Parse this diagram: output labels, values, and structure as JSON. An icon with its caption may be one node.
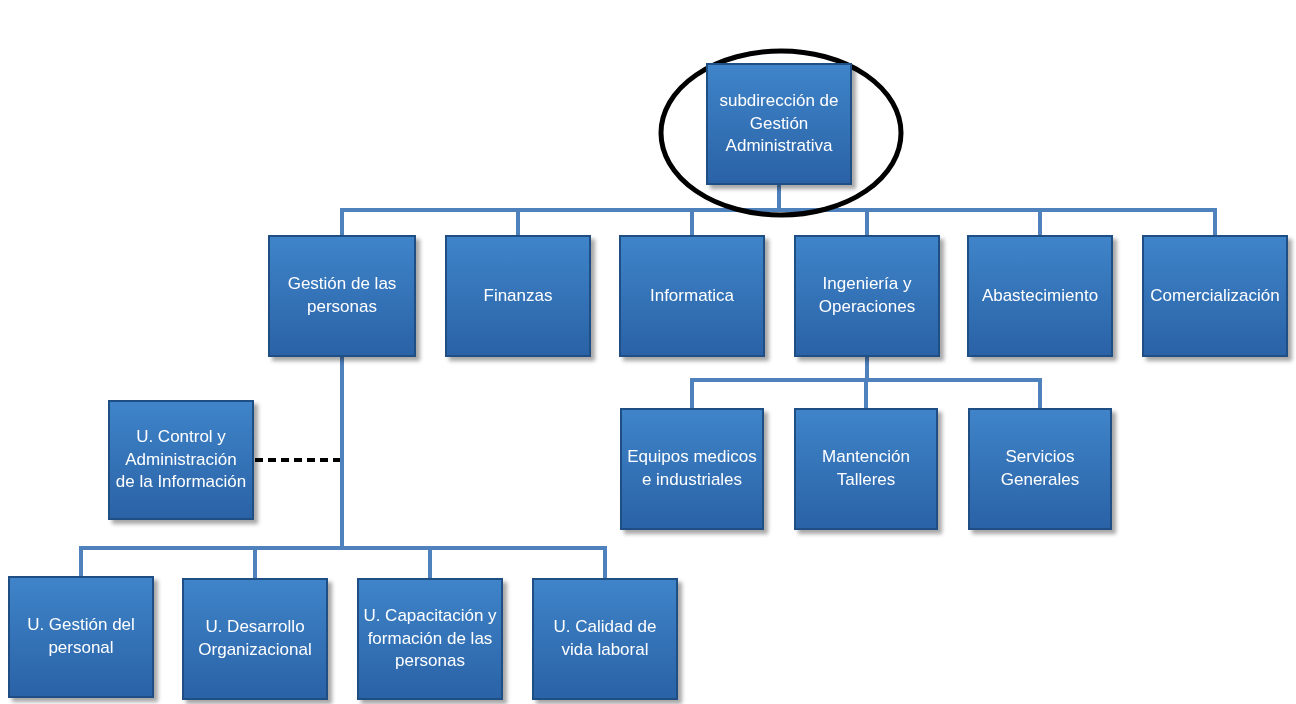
{
  "diagram": {
    "nodes": [
      {
        "text": [],
        "shape": "circle"
      },
      {
        "text": [
          "subdirección de Gestión Administrativa"
        ],
        "in": 0
      },
      {
        "text": [
          "Gestión de las personas"
        ]
      },
      {
        "text": [
          "Finanzas"
        ]
      },
      {
        "text": [
          "Informatica"
        ]
      },
      {
        "text": [
          "Ingeniería y Operaciones"
        ]
      },
      {
        "text": [
          "Abastecimiento"
        ]
      },
      {
        "text": [
          "Comercialización"
        ]
      },
      {
        "text": [
          "U. Control y Administración de la Información"
        ]
      },
      {
        "text": [
          "Equipos medicos e industriales"
        ]
      },
      {
        "text": [
          "Mantención Talleres"
        ]
      },
      {
        "text": [
          "Servicios Generales"
        ]
      },
      {
        "text": [
          "U. Gestión del personal"
        ]
      },
      {
        "text": [
          "U. Desarrollo Organizacional"
        ]
      },
      {
        "text": [
          "U. Capacitación y formación de las personas"
        ]
      },
      {
        "text": [
          "U. Calidad de vida laboral"
        ]
      }
    ],
    "edges": [
      {
        "from": 1,
        "to": 2,
        "arrow": "none"
      },
      {
        "from": 1,
        "to": 3,
        "arrow": "none"
      },
      {
        "from": 1,
        "to": 4,
        "arrow": "none"
      },
      {
        "from": 1,
        "to": 5,
        "arrow": "none"
      },
      {
        "from": 1,
        "to": 6,
        "arrow": "none"
      },
      {
        "from": 1,
        "to": 7,
        "arrow": "none"
      },
      {
        "from": 5,
        "to": 9,
        "arrow": "none"
      },
      {
        "from": 5,
        "to": 10,
        "arrow": "none"
      },
      {
        "from": 5,
        "to": 11,
        "arrow": "none"
      },
      {
        "from": 2,
        "to": 8,
        "arrow": "none",
        "style": "dashed",
        "color": "#000000"
      },
      {
        "from": 2,
        "to": 12,
        "arrow": "none"
      },
      {
        "from": 2,
        "to": 13,
        "arrow": "none"
      },
      {
        "from": 2,
        "to": 14,
        "arrow": "none"
      },
      {
        "from": 2,
        "to": 15,
        "arrow": "none"
      }
    ]
  }
}
